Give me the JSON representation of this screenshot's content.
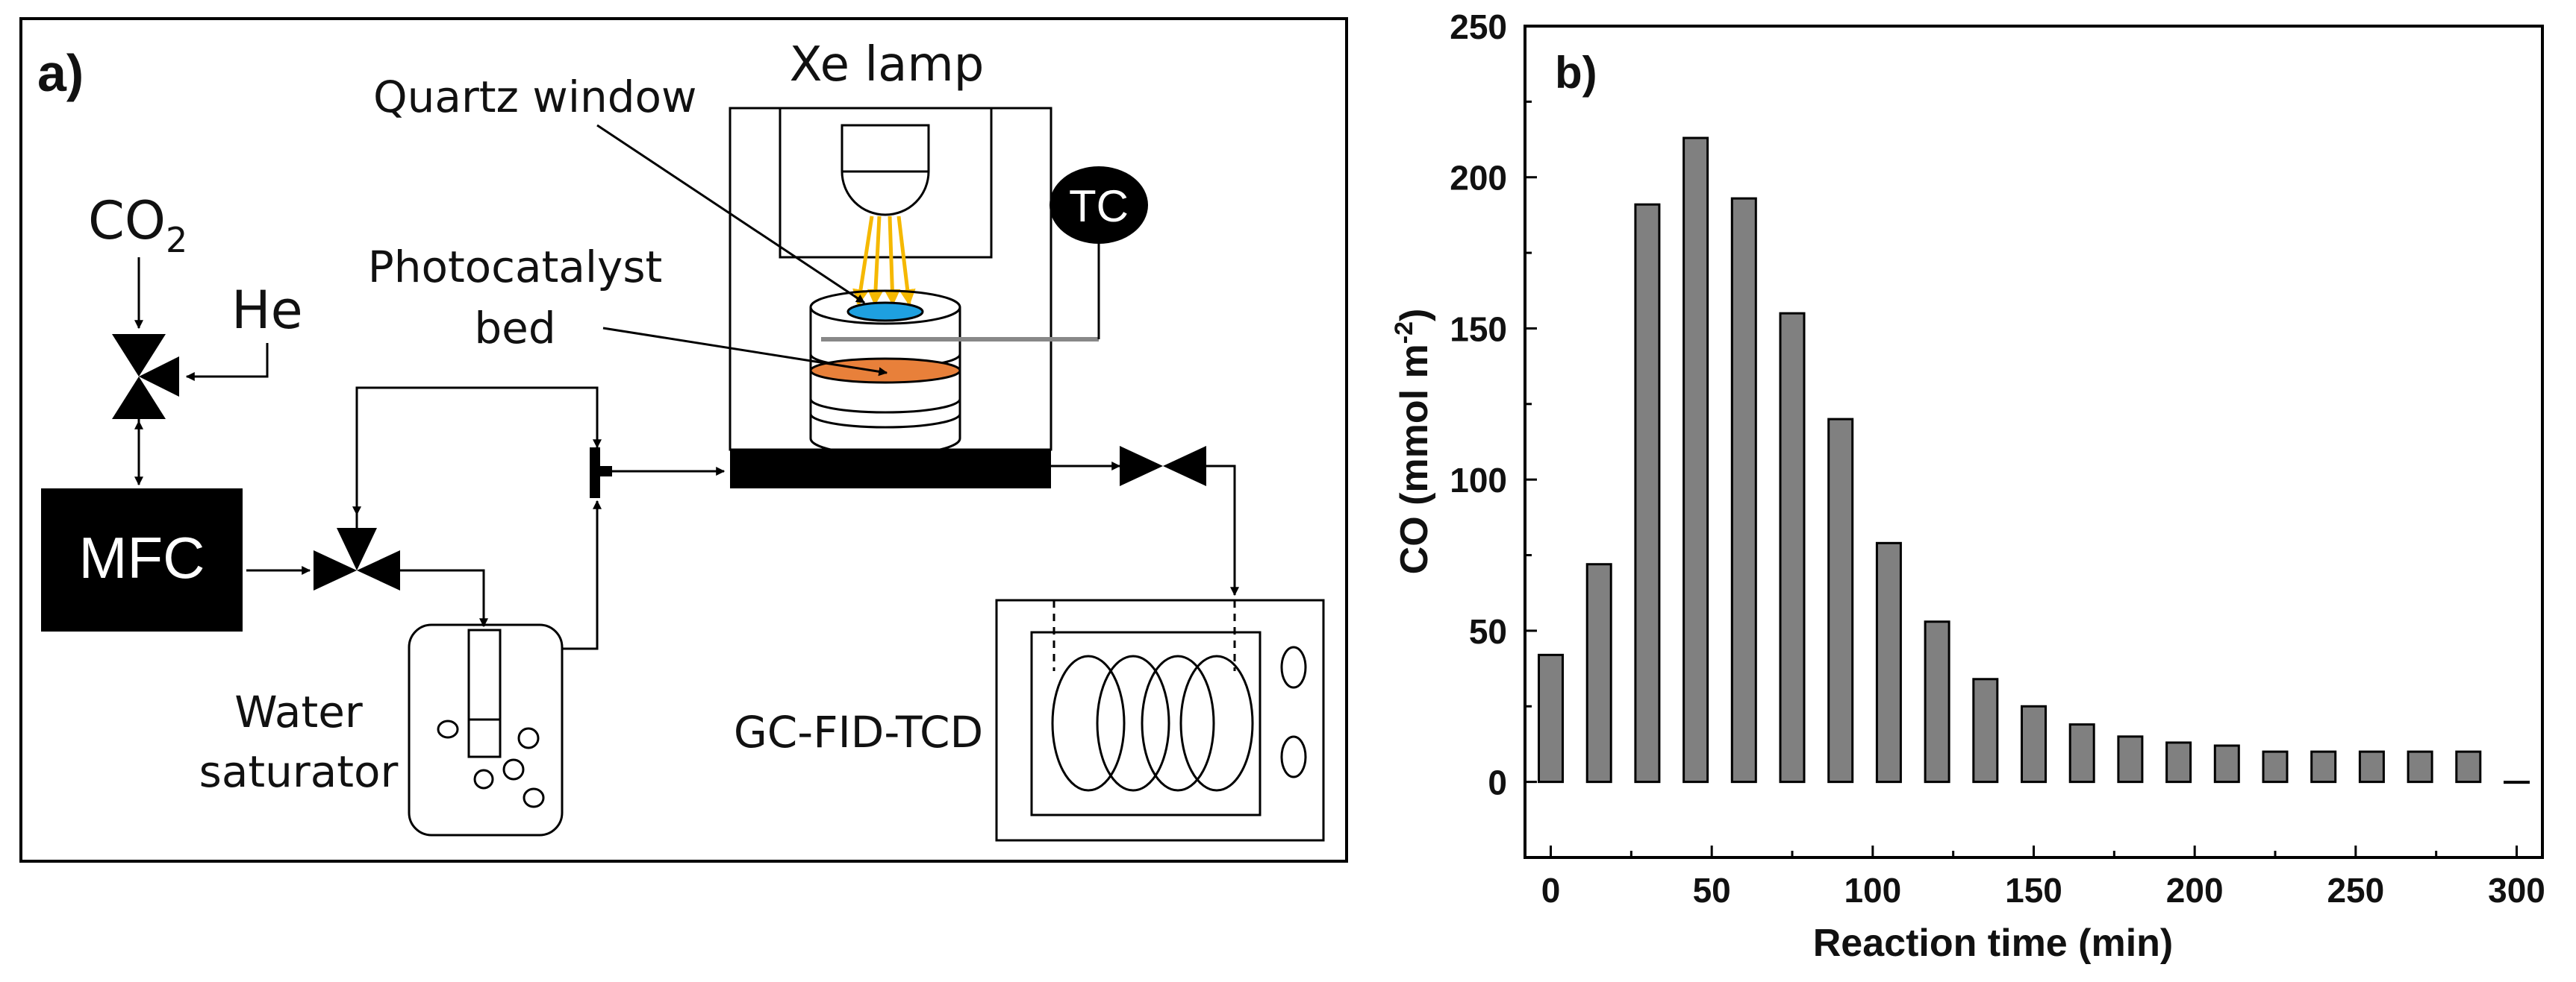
{
  "panel_a": {
    "label": "a)",
    "co2_label": "CO",
    "co2_sub": "2",
    "he_label": "He",
    "mfc_label": "MFC",
    "xe_lamp_label": "Xe lamp",
    "quartz_window_label": "Quartz window",
    "tc_label": "TC",
    "photocatalyst_line1": "Photocatalyst",
    "photocatalyst_line2": "bed",
    "water_line1": "Water",
    "water_line2": "saturator",
    "gc_label": "GC-FID-TCD",
    "colors": {
      "quartz": "#1ea0e0",
      "catalyst": "#e8803a",
      "light": "#f5b800"
    }
  },
  "panel_b": {
    "label": "b)",
    "chart_data": {
      "type": "bar",
      "xlabel": "Reaction time (min)",
      "ylabel": "CO (mmol m",
      "ylabel_sup": "-2",
      "ylabel_end": ")",
      "x": [
        0,
        15,
        30,
        45,
        60,
        75,
        90,
        105,
        120,
        135,
        150,
        165,
        180,
        195,
        210,
        225,
        240,
        255,
        270,
        285,
        300
      ],
      "values": [
        42,
        72,
        191,
        213,
        193,
        155,
        120,
        79,
        53,
        34,
        25,
        19,
        15,
        13,
        12,
        10,
        10,
        10,
        10,
        10,
        0
      ],
      "xlim": [
        -8,
        308
      ],
      "ylim": [
        -25,
        250
      ],
      "xticks": [
        0,
        50,
        100,
        150,
        200,
        250,
        300
      ],
      "yticks": [
        0,
        50,
        100,
        150,
        200,
        250
      ],
      "bar_color": "#808080",
      "grid": false
    }
  }
}
